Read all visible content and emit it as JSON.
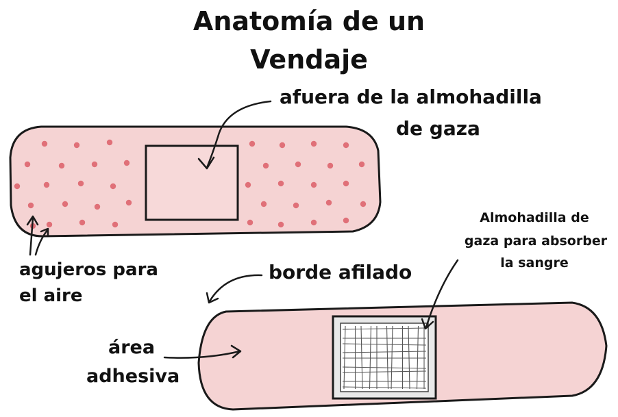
{
  "title": {
    "line1": "Anatomía de un",
    "line2": "Vendaje"
  },
  "labels": {
    "outer_pad_1": "afuera de la almohadilla",
    "outer_pad_2": "de gaza",
    "air_holes_1": "agujeros para",
    "air_holes_2": "el aire",
    "sharp_edge": "borde afilado",
    "gauze_1": "Almohadilla de",
    "gauze_2": "gaza para absorber",
    "gauze_3": "la sangre",
    "adhesive_1": "área",
    "adhesive_2": "adhesiva"
  },
  "colors": {
    "bandage_fill": "#f5d3d3",
    "dot": "#e07078",
    "outline": "#1a1a1a",
    "pad_fill": "#f7d9d9",
    "gauze_fill": "#ffffff"
  }
}
